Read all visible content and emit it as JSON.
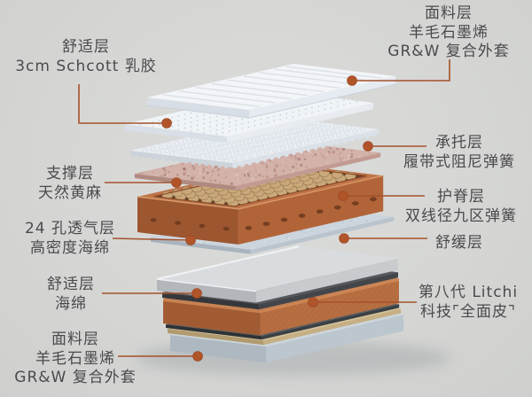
{
  "palette": {
    "background": "#d7d8d6",
    "leader_line": "#a5512b",
    "marker_dot": "#b0542a",
    "label_text": "#4a4a4c"
  },
  "diagram": {
    "type": "mattress-exploded-view",
    "callouts_left": [
      {
        "target": "latex-comfort-layer",
        "lines": [
          "舒适层",
          "3cm Schcott 乳胶"
        ]
      },
      {
        "target": "jute-support-layer",
        "lines": [
          "支撑层",
          "天然黄麻"
        ]
      },
      {
        "target": "vent-foam-rail",
        "lines": [
          "24 孔透气层",
          "高密度海绵"
        ]
      },
      {
        "target": "sponge-comfort-layer",
        "lines": [
          "舒适层",
          "海绵"
        ]
      },
      {
        "target": "bottom-fabric-cover",
        "lines": [
          "面料层",
          "羊毛石墨烯",
          "GR&W 复合外套"
        ]
      }
    ],
    "callouts_right": [
      {
        "target": "top-fabric-cover",
        "lines": [
          "面料层",
          "羊毛石墨烯",
          "GR&W 复合外套"
        ]
      },
      {
        "target": "damper-spring-layer",
        "lines": [
          "承托层",
          "履带式阻尼弹簧"
        ]
      },
      {
        "target": "pocket-spring-unit",
        "lines": [
          "护脊层",
          "双线径九区弹簧"
        ]
      },
      {
        "target": "soothing-layer",
        "lines": [
          "舒缓层"
        ]
      },
      {
        "target": "litchi-leather-base",
        "lines": [
          "第八代 Litchi",
          "科技⌜全面皮⌝"
        ]
      }
    ],
    "layers": [
      {
        "name": "bottom-platform",
        "top": "#ccd5dc",
        "left": "#adb8c1",
        "right": "#bcc6cf"
      },
      {
        "name": "bottom-tan-sheet",
        "top": "#d7c59b",
        "left": "#b19b6f",
        "right": "#c5af83"
      },
      {
        "name": "bottom-dark-sheet",
        "top": "#585d62",
        "left": "#2e3236",
        "right": "#3b4045"
      },
      {
        "name": "litchi-leather-base",
        "top": "#c98252",
        "left": "#a25c34",
        "right": "#b76e41"
      },
      {
        "name": "base-dark-slab",
        "top": "#54585d",
        "left": "#34383c",
        "right": "#42464b"
      },
      {
        "name": "sponge-comfort-layer",
        "top": "#d9dcdf",
        "left": "#b3b7bb",
        "right": "#c7cbce"
      },
      {
        "name": "soothing-layer",
        "top": "#ccd5dd",
        "left": "#a9b4be",
        "right": "#bac4cd"
      },
      {
        "name": "pocket-spring-unit",
        "top": "#c07448",
        "left": "#9c5630",
        "right": "#b26439",
        "springs": "#c9a87a",
        "inner": "#64412b",
        "holes": "#6e3a1d"
      },
      {
        "name": "jute-support-layer",
        "top": "#d3b2aa",
        "left": "#b08a80",
        "right": "#c29b92"
      },
      {
        "name": "damper-spring-layer",
        "top": "#e9edf2",
        "left": "#ccd3da",
        "right": "#dbe1e8"
      },
      {
        "name": "latex-comfort-layer",
        "top": "#f1f4f7",
        "left": "#d9dfe6",
        "right": "#e8ecf1"
      },
      {
        "name": "top-fabric-cover",
        "top": "#f3f5f8",
        "left": "#d8dee5",
        "right": "#e6ebf1"
      }
    ]
  }
}
